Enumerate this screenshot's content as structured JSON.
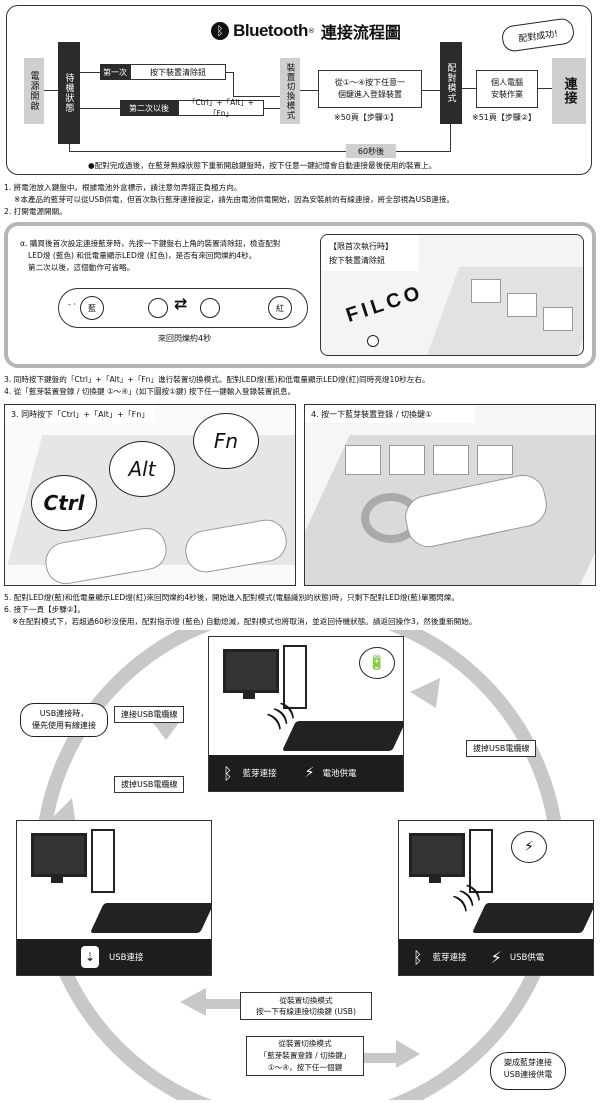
{
  "header": {
    "bluetooth_word": "Bluetooth",
    "title": "連接流程圖",
    "success_badge": "配對成功!"
  },
  "flow": {
    "power_on": "電源開啟",
    "standby": "待機狀態",
    "first_time": "第一次",
    "press_clear": "按下裝置清除鈕",
    "second_time": "第二次以後",
    "ctrl_alt_fn": "「Ctrl」+「Alt」+「Fn」",
    "device_switch_mode": "裝置切換模式",
    "press_any_line1": "從①～④按下任意一",
    "press_any_line2": "個鍵進入登錄裝置",
    "ref_p50": "※50頁【步驟①】",
    "pair_mode": "配對模式",
    "pc_install_line1": "個人電腦",
    "pc_install_line2": "安裝作業",
    "ref_p51": "※51頁【步驟②】",
    "connect": "連接",
    "sixty_sec": "60秒後",
    "footnote": "●配對完成過後，在藍芽無線狀態下重新開啟鍵盤時，按下任意一鍵記憶會自動連接最後使用的裝置上。"
  },
  "steps_top": {
    "s1": "1. 將電池放入鍵盤中。根據電池外盒標示，請注意勿弄錯正負極方向。",
    "s1_note": "※本產品的藍芽可以從USB供電，但首次執行藍芽連接設定，請先由電池供電開始，因為安裝前的有線連接，將全部視為USB連接。",
    "s2": "2. 打開電源開關。"
  },
  "panel_a": {
    "text1": "α. 購買後首次設定連接藍芽時，先按一下鍵盤右上角的裝置清除鈕，檢查配對",
    "text2": "LED燈 (藍色) 和低電量顯示LED燈 (紅色)，是否有來回閃爍約4秒。",
    "text3": "第二次以後，這個動作可省略。",
    "led_blue": "藍",
    "led_red": "紅",
    "blink_caption": "來回閃爍約4秒",
    "first_run_title": "【限首次執行時】",
    "first_run_text": "按下裝置清除鈕",
    "brand": "FILCO"
  },
  "steps_mid": {
    "s3": "3. 同時按下鍵盤的「Ctrl」+「Alt」+「Fn」進行裝置切換模式。配對LED燈(藍)和低電量顯示LED燈(紅)同時亮燈10秒左右。",
    "s4": "4. 從「藍芽裝置登錄 / 切換鍵 ①～④」(如下圖按①鍵) 按下任一鍵輸入登錄裝置訊息。"
  },
  "photo3": {
    "caption": "3. 同時按下「Ctrl」+「Alt」+「Fn」",
    "ctrl": "Ctrl",
    "alt": "Alt",
    "fn": "Fn"
  },
  "photo4": {
    "caption": "4. 按一下藍芽裝置登錄 / 切換鍵①"
  },
  "steps_low": {
    "s5": "5. 配對LED燈(藍)和低電量顯示LED燈(紅)來回閃爍約4秒後，開始進入配對模式(電腦識別的狀態)時，只剩下配對LED燈(藍)單獨閃爍。",
    "s6": "6. 接下一頁【步驟②】。",
    "s6_note": "※在配對模式下，若超過60秒沒使用，配對指示燈 (藍色) 自動熄滅，配對模式也將取消，並返回待機狀態。請返回操作3，然後重新開始。"
  },
  "cycle": {
    "top_left": "藍芽連接",
    "top_right": "電池供電",
    "left": "USB連接",
    "right_left": "藍芽連接",
    "right_right": "USB供電",
    "usb_priority_line1": "USB連接時，",
    "usb_priority_line2": "優先使用有線連接",
    "connect_usb": "連接USB電纜線",
    "unplug_usb_left": "拔掉USB電纜線",
    "unplug_usb_right": "拔掉USB電纜線",
    "bottom1_line1": "從裝置切換模式",
    "bottom1_line2": "按一下有線連接切換鍵 (USB)",
    "bottom2_line1": "從裝置切換模式",
    "bottom2_line2": "「藍芽裝置登錄 / 切換鍵」",
    "bottom2_line3": "①～④，按下任一個鍵",
    "becomes_line1": "變成藍芽連接",
    "becomes_line2": "USB連接供電"
  },
  "colors": {
    "gray": "#cfcfcf",
    "dark": "#1d1d1d",
    "arrow": "#bdbdbd"
  }
}
